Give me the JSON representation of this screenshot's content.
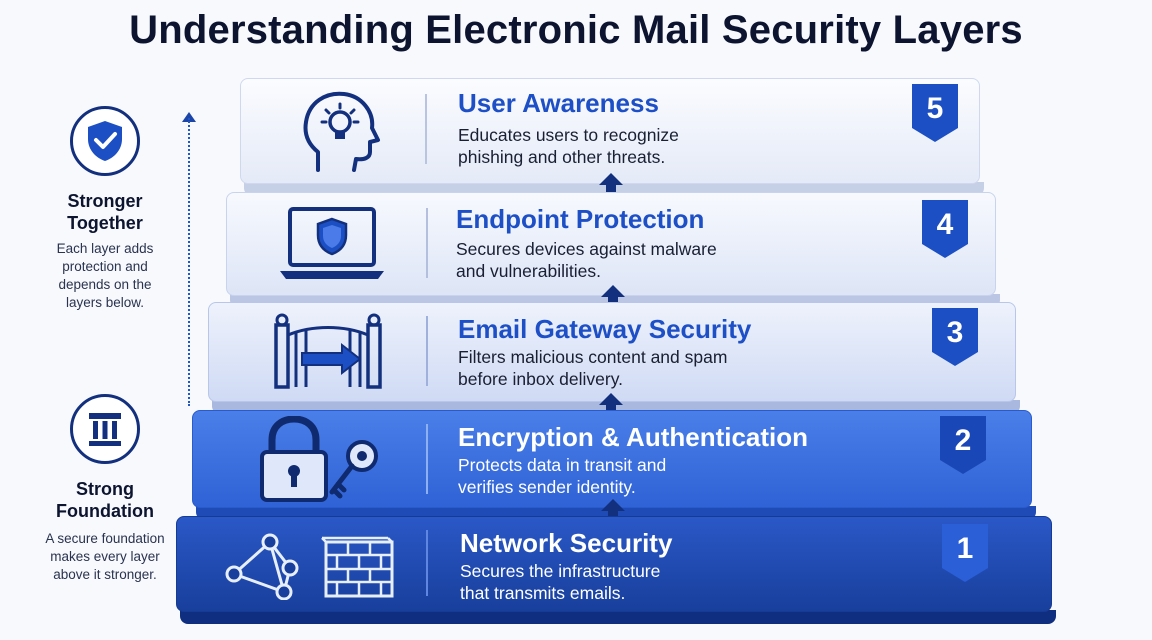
{
  "title": "Understanding Electronic Mail Security Layers",
  "sidebar": {
    "top": {
      "icon": "shield-check-icon",
      "heading_line1": "Stronger",
      "heading_line2": "Together",
      "text_line1": "Each layer adds",
      "text_line2": "protection and",
      "text_line3": "depends on the",
      "text_line4": "layers below."
    },
    "bottom": {
      "icon": "pillar-icon",
      "heading_line1": "Strong",
      "heading_line2": "Foundation",
      "text_line1": "A secure foundation",
      "text_line2": "makes every layer",
      "text_line3": "above it stronger."
    }
  },
  "layers": [
    {
      "number": "5",
      "title": "User Awareness",
      "desc_line1": "Educates users to recognize",
      "desc_line2": "phishing and other threats.",
      "icon": "head-lightbulb-icon"
    },
    {
      "number": "4",
      "title": "Endpoint Protection",
      "desc_line1": "Secures devices against malware",
      "desc_line2": "and vulnerabilities.",
      "icon": "laptop-shield-icon"
    },
    {
      "number": "3",
      "title": "Email Gateway Security",
      "desc_line1": "Filters malicious content and spam",
      "desc_line2": "before inbox delivery.",
      "icon": "gate-arrow-icon"
    },
    {
      "number": "2",
      "title": "Encryption & Authentication",
      "desc_line1": "Protects data in transit and",
      "desc_line2": "verifies sender identity.",
      "icon": "padlock-key-icon"
    },
    {
      "number": "1",
      "title": "Network Security",
      "desc_line1": "Secures the infrastructure",
      "desc_line2": "that transmits emails.",
      "icon": "network-firewall-icon"
    }
  ],
  "colors": {
    "dark_navy": "#13307e",
    "accent_blue": "#1c4fc4",
    "light_layer": "#eef2fb",
    "mid_layer": "#3a6ee0",
    "deep_layer": "#1a47b8"
  }
}
